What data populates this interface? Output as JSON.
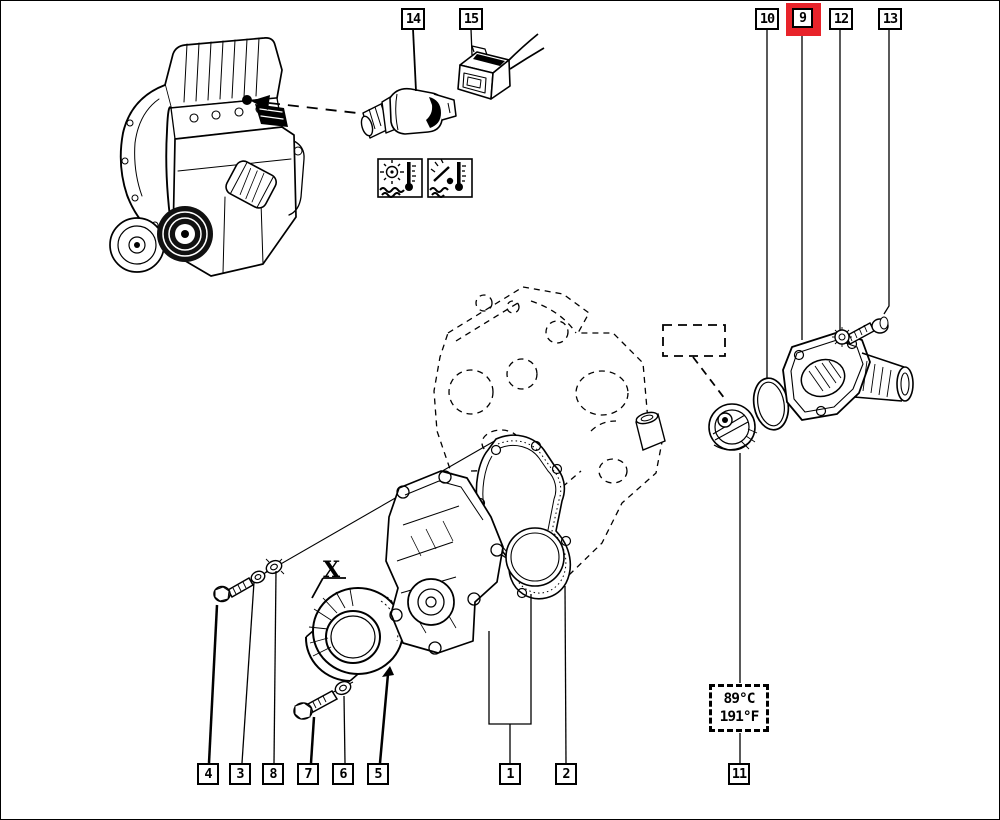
{
  "colors": {
    "background": "#ffffff",
    "line": "#000000",
    "highlight_red": "#e8232a"
  },
  "callouts": {
    "c1": {
      "label": "1"
    },
    "c2": {
      "label": "2"
    },
    "c3": {
      "label": "3"
    },
    "c4": {
      "label": "4"
    },
    "c5": {
      "label": "5"
    },
    "c6": {
      "label": "6"
    },
    "c7": {
      "label": "7"
    },
    "c8": {
      "label": "8"
    },
    "c9": {
      "label": "9",
      "highlighted": true
    },
    "c10": {
      "label": "10"
    },
    "c11": {
      "label": "11"
    },
    "c12": {
      "label": "12"
    },
    "c13": {
      "label": "13"
    },
    "c14": {
      "label": "14"
    },
    "c15": {
      "label": "15"
    }
  },
  "temperature_reference": {
    "celsius": "89°C",
    "fahrenheit": "191°F"
  },
  "marker": {
    "label": "X"
  },
  "icons": {
    "warning_lamp": "coolant-temperature-warning-lamp",
    "temperature_gauge": "coolant-temperature-gauge"
  }
}
